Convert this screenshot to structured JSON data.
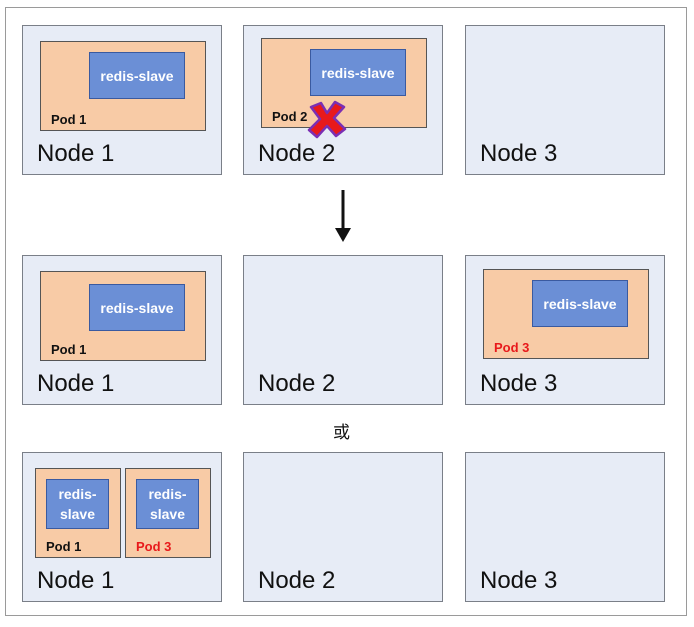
{
  "labels": {
    "node1": "Node 1",
    "node2": "Node 2",
    "node3": "Node 3",
    "redis_slave": "redis-slave",
    "redis_slave_wrapped": "redis-\nslave",
    "pod1": "Pod 1",
    "pod2": "Pod 2",
    "pod3": "Pod 3",
    "or": "或"
  },
  "colors": {
    "node_fill": "#e7ecf6",
    "pod_fill": "#f8cba6",
    "container_fill": "#6b8fd6",
    "highlight_red": "#e8191b"
  },
  "icons": {
    "failure": "x-mark-icon",
    "transition": "down-arrow-icon"
  }
}
